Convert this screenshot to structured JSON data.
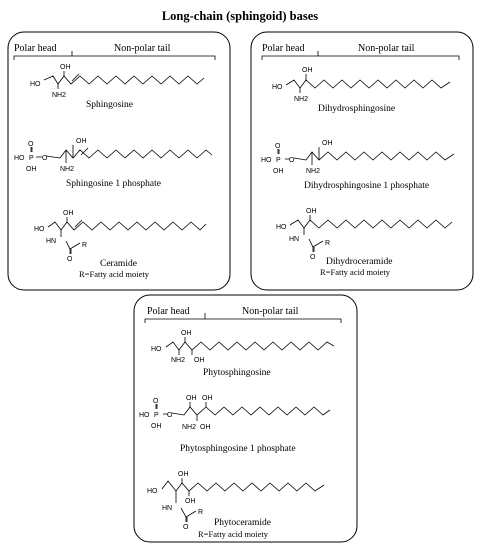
{
  "title": "Long-chain (sphingoid) bases",
  "panels": [
    {
      "headers": {
        "polar": "Polar head",
        "nonpolar": "Non-polar tail"
      },
      "molecules": [
        {
          "name": "Sphingosine",
          "atoms": [
            "OH",
            "HO",
            "NH2"
          ]
        },
        {
          "name": "Sphingosine 1 phosphate",
          "atoms": [
            "OH",
            "O",
            "P",
            "HO",
            "OH",
            "O",
            "NH2"
          ]
        },
        {
          "name": "Ceramide",
          "note": "R=Fatty acid moiety",
          "atoms": [
            "OH",
            "HO",
            "HN",
            "O",
            "R"
          ]
        }
      ]
    },
    {
      "headers": {
        "polar": "Polar head",
        "nonpolar": "Non-polar tail"
      },
      "molecules": [
        {
          "name": "Dihydrosphingosine",
          "atoms": [
            "OH",
            "HO",
            "NH2"
          ]
        },
        {
          "name": "Dihydrosphingosine 1 phosphate",
          "atoms": [
            "OH",
            "O",
            "P",
            "HO",
            "OH",
            "O",
            "NH2"
          ]
        },
        {
          "name": "Dihydroceramide",
          "note": "R=Fatty acid moiety",
          "atoms": [
            "OH",
            "HO",
            "HN",
            "O",
            "R"
          ]
        }
      ]
    },
    {
      "headers": {
        "polar": "Polar head",
        "nonpolar": "Non-polar tail"
      },
      "molecules": [
        {
          "name": "Phytosphingosine",
          "atoms": [
            "OH",
            "HO",
            "NH2",
            "OH"
          ]
        },
        {
          "name": "Phytosphingosine 1 phosphate",
          "atoms": [
            "OH",
            "O",
            "P",
            "HO",
            "OH",
            "O",
            "OH",
            "NH2",
            "OH"
          ]
        },
        {
          "name": "Phytoceramide",
          "note": "R=Fatty acid moiety",
          "atoms": [
            "OH",
            "HO",
            "OH",
            "HN",
            "O",
            "R"
          ]
        }
      ]
    }
  ]
}
